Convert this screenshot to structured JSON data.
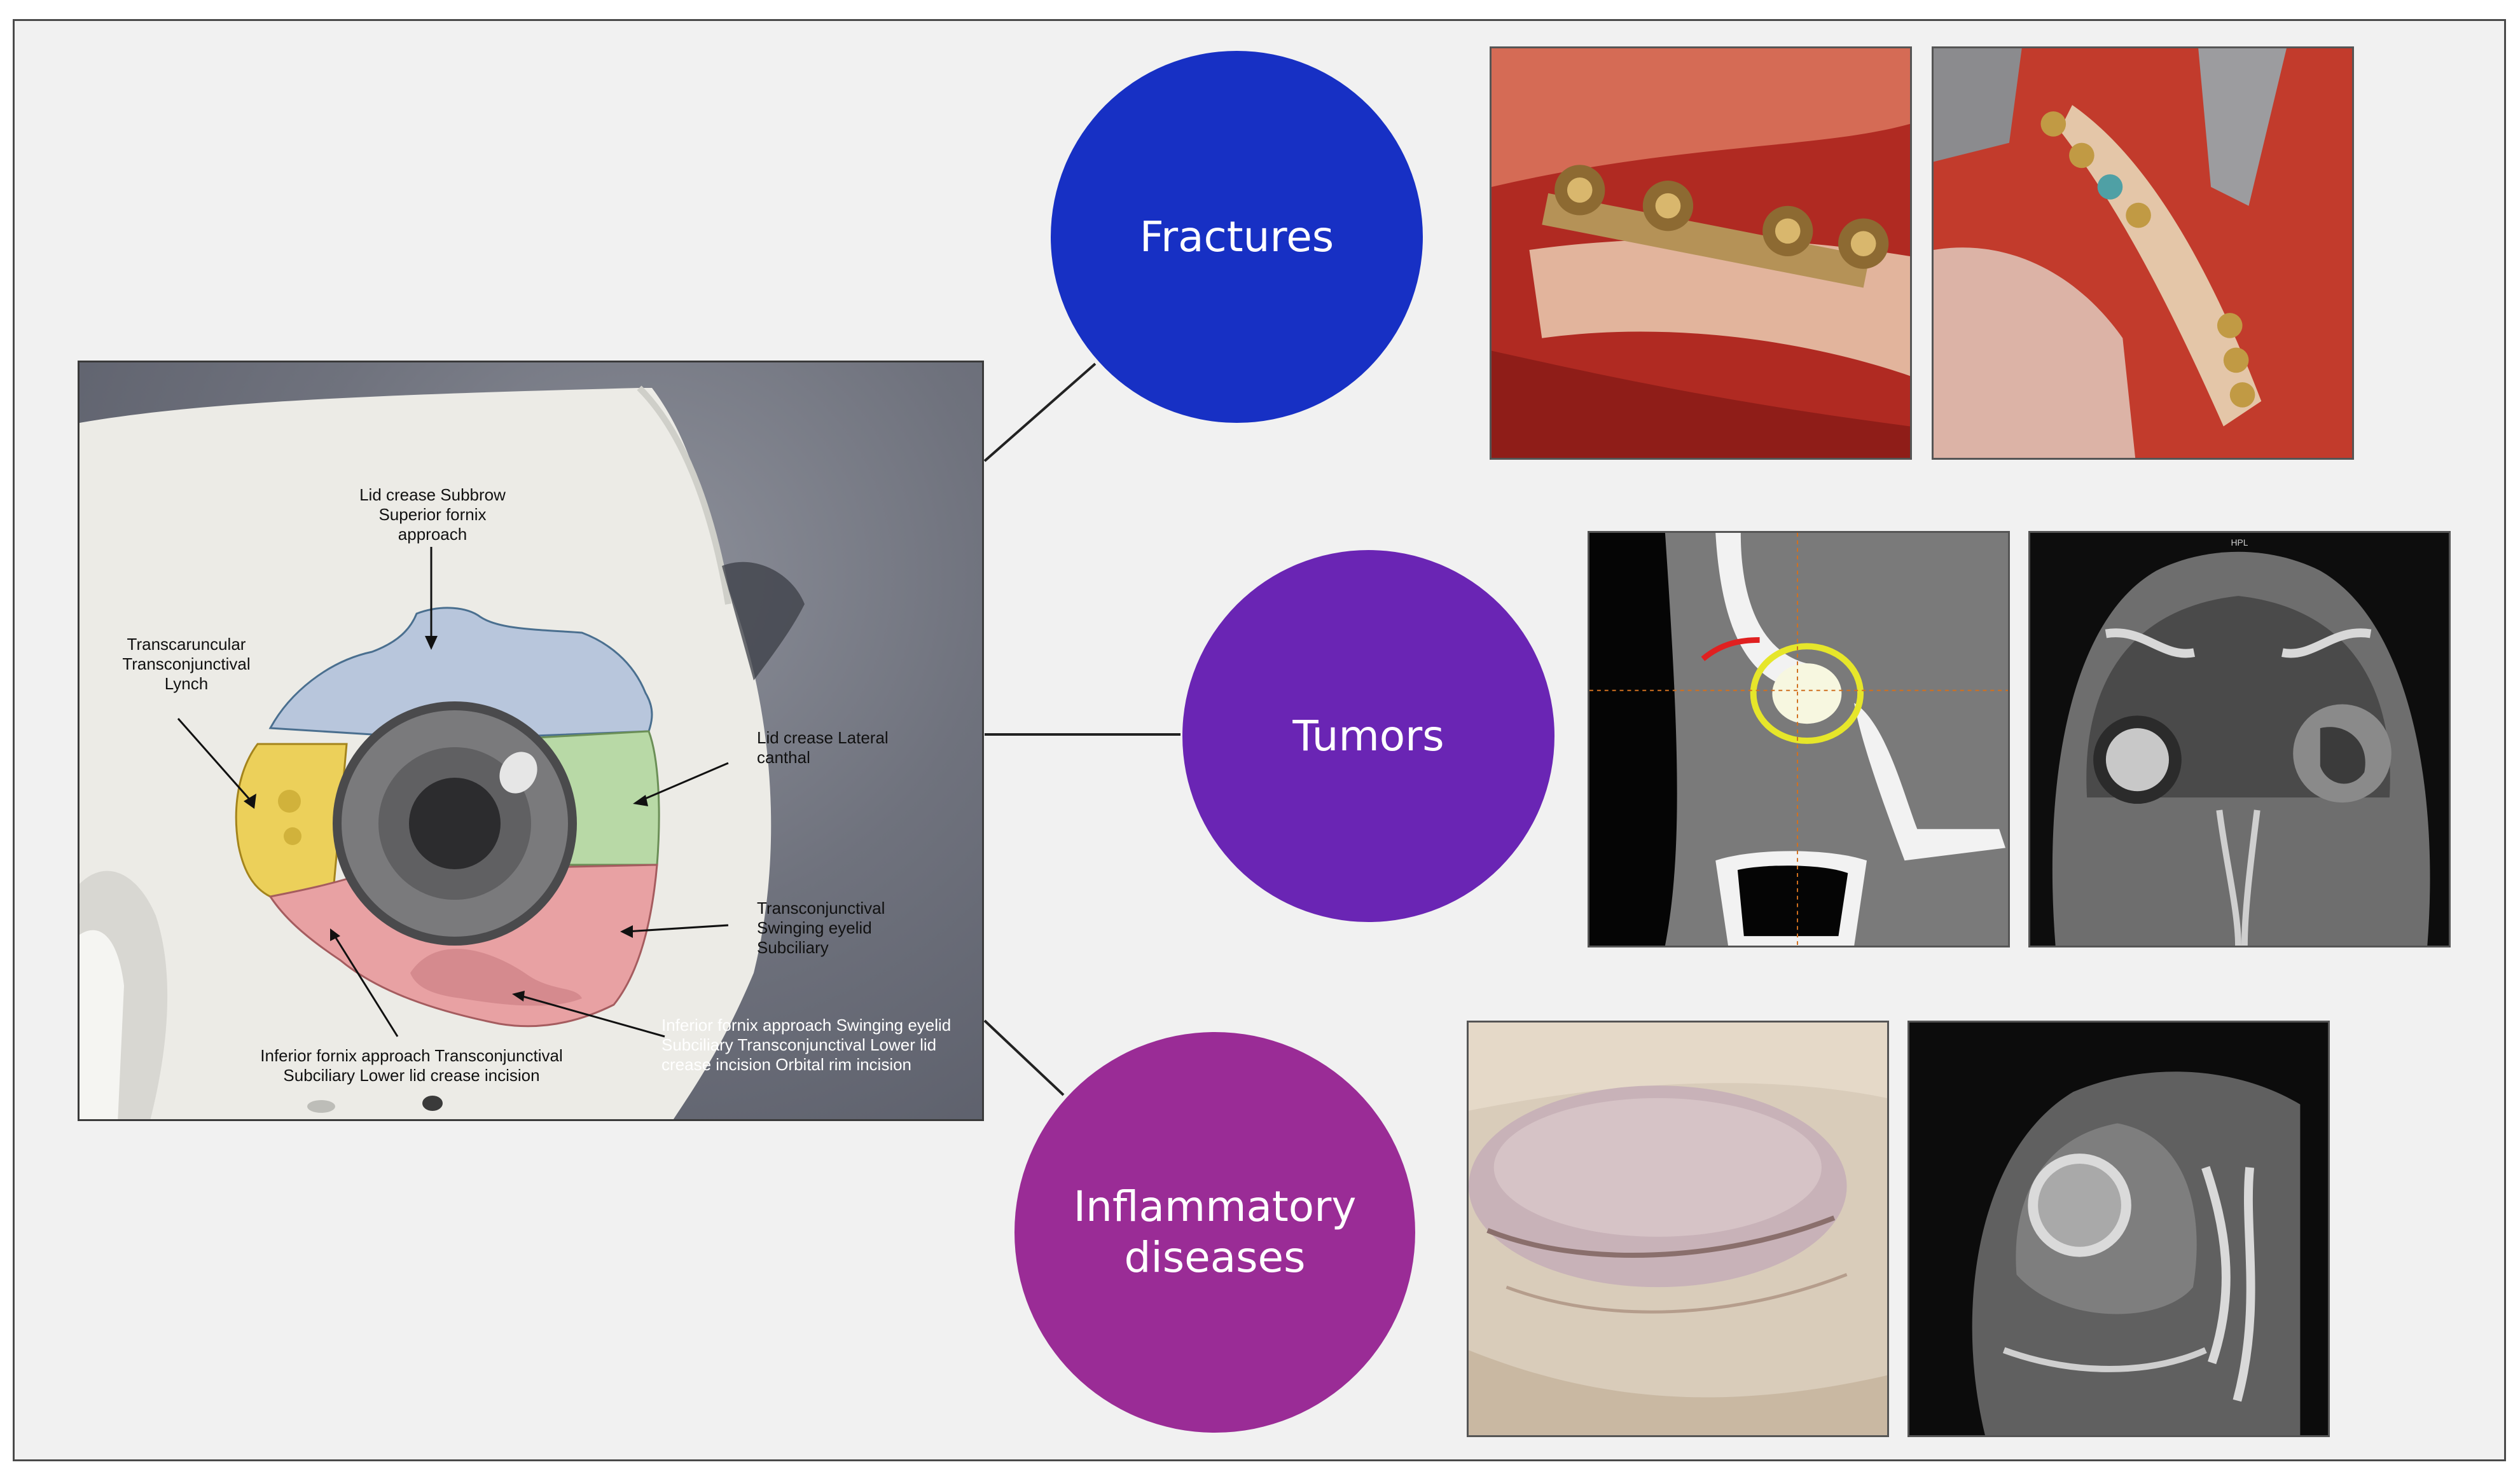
{
  "anatomy_labels": {
    "superior": "Lid crease Subbrow Superior fornix approach",
    "medial": "Transcaruncular Transconjunctival Lynch",
    "lateral": "Lid crease Lateral canthal",
    "lower_right": "Transconjunctival Swinging eyelid Subciliary",
    "inferior_left": "Inferior fornix approach Transconjunctival Subciliary Lower lid crease incision",
    "inferior_right": "Inferior fornix approach Swinging eyelid Subciliary Transconjunctival Lower lid crease incision Orbital rim incision"
  },
  "categories": {
    "fractures": "Fractures",
    "tumors": "Tumors",
    "inflammatory": "Inflammatory diseases"
  },
  "mri_header": "HPL",
  "colors": {
    "fractures": "#1730c4",
    "tumors": "#6a25b4",
    "inflammatory": "#9a2c96",
    "superior_zone": "#b8c6dc",
    "medial_zone": "#ecd05a",
    "lateral_zone": "#b8d9a6",
    "inferior_zone": "#e8a1a3"
  }
}
